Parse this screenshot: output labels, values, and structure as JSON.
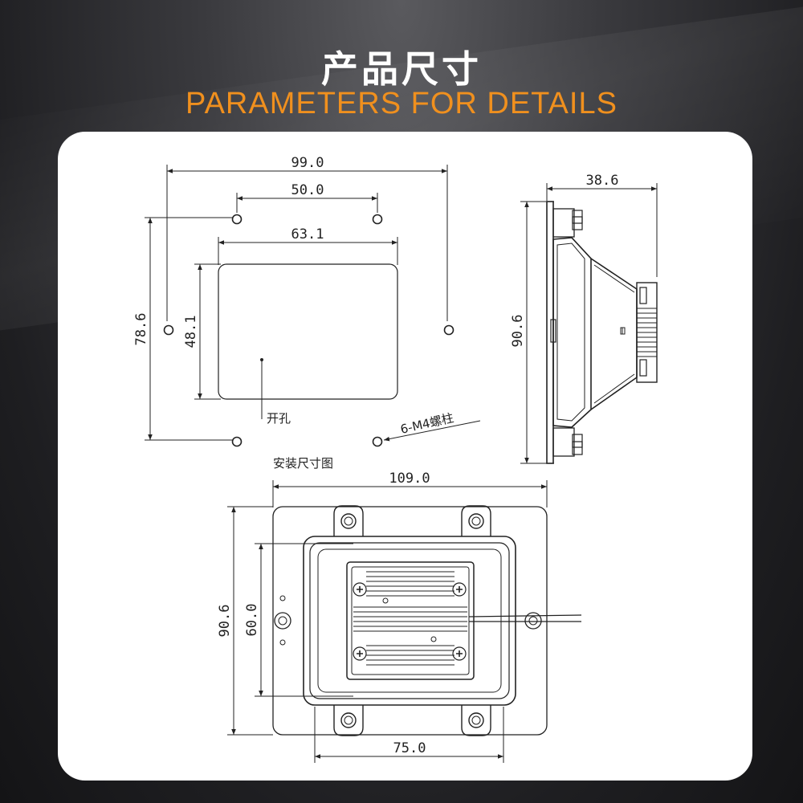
{
  "header": {
    "title_cn": "产品尺寸",
    "title_en": "PARAMETERS FOR DETAILS"
  },
  "colors": {
    "accent": "#f0901e",
    "panel": "#ffffff",
    "line": "#222222"
  },
  "mounting_view": {
    "dim_total_width": "99.0",
    "dim_stud_spacing": "50.0",
    "dim_cutout_width": "63.1",
    "dim_total_height": "78.6",
    "dim_cutout_height": "48.1",
    "label_cutout": "开孔",
    "label_studs": "6-M4螺柱",
    "caption": "安装尺寸图"
  },
  "side_view": {
    "dim_depth": "38.6",
    "dim_height": "90.6"
  },
  "front_view": {
    "dim_width": "109.0",
    "dim_height": "90.6",
    "dim_inner_height": "60.0",
    "dim_inner_width": "75.0"
  }
}
